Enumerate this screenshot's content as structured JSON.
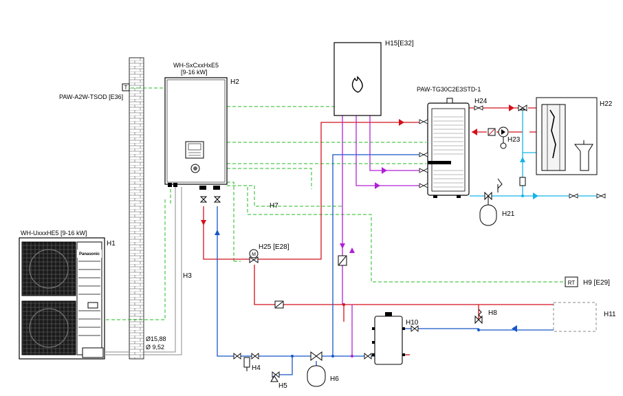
{
  "labels": {
    "outdoor_unit_name": "WH-UxxxHE5 [9-16 kW]",
    "outdoor_unit_tag": "H1",
    "indoor_unit_name": "WH-SxCxxHxE5",
    "indoor_unit_power": "[9-16 kW]",
    "indoor_unit_tag": "H2",
    "sensor_name": "PAW-A2W-TSOD [E36]",
    "sensor_glyph": "T",
    "boiler_tag": "H15[E32]",
    "tank_name": "PAW-TG30C2E3STD-1",
    "h22": "H22",
    "h24": "H24",
    "h23": "H23",
    "h21": "H21",
    "h7": "H7",
    "h25": "H25 [E28]",
    "h3": "H3",
    "h9": "H9 [E29]",
    "rt": "RT",
    "h11": "H11",
    "h8": "H8",
    "h10": "H10",
    "h4": "H4",
    "h5": "H5",
    "h6": "H6",
    "pipe_large": "Ø15,88",
    "pipe_small": "Ø 9,52",
    "brand": "Panasonic"
  },
  "colors": {
    "flow": "#d4101c",
    "return": "#1556c8",
    "cold_water": "#14b4e6",
    "boiler_circuit": "#b020d8",
    "control_wire": "#22bb22",
    "outline": "#000000",
    "dashed_box": "#888888"
  }
}
